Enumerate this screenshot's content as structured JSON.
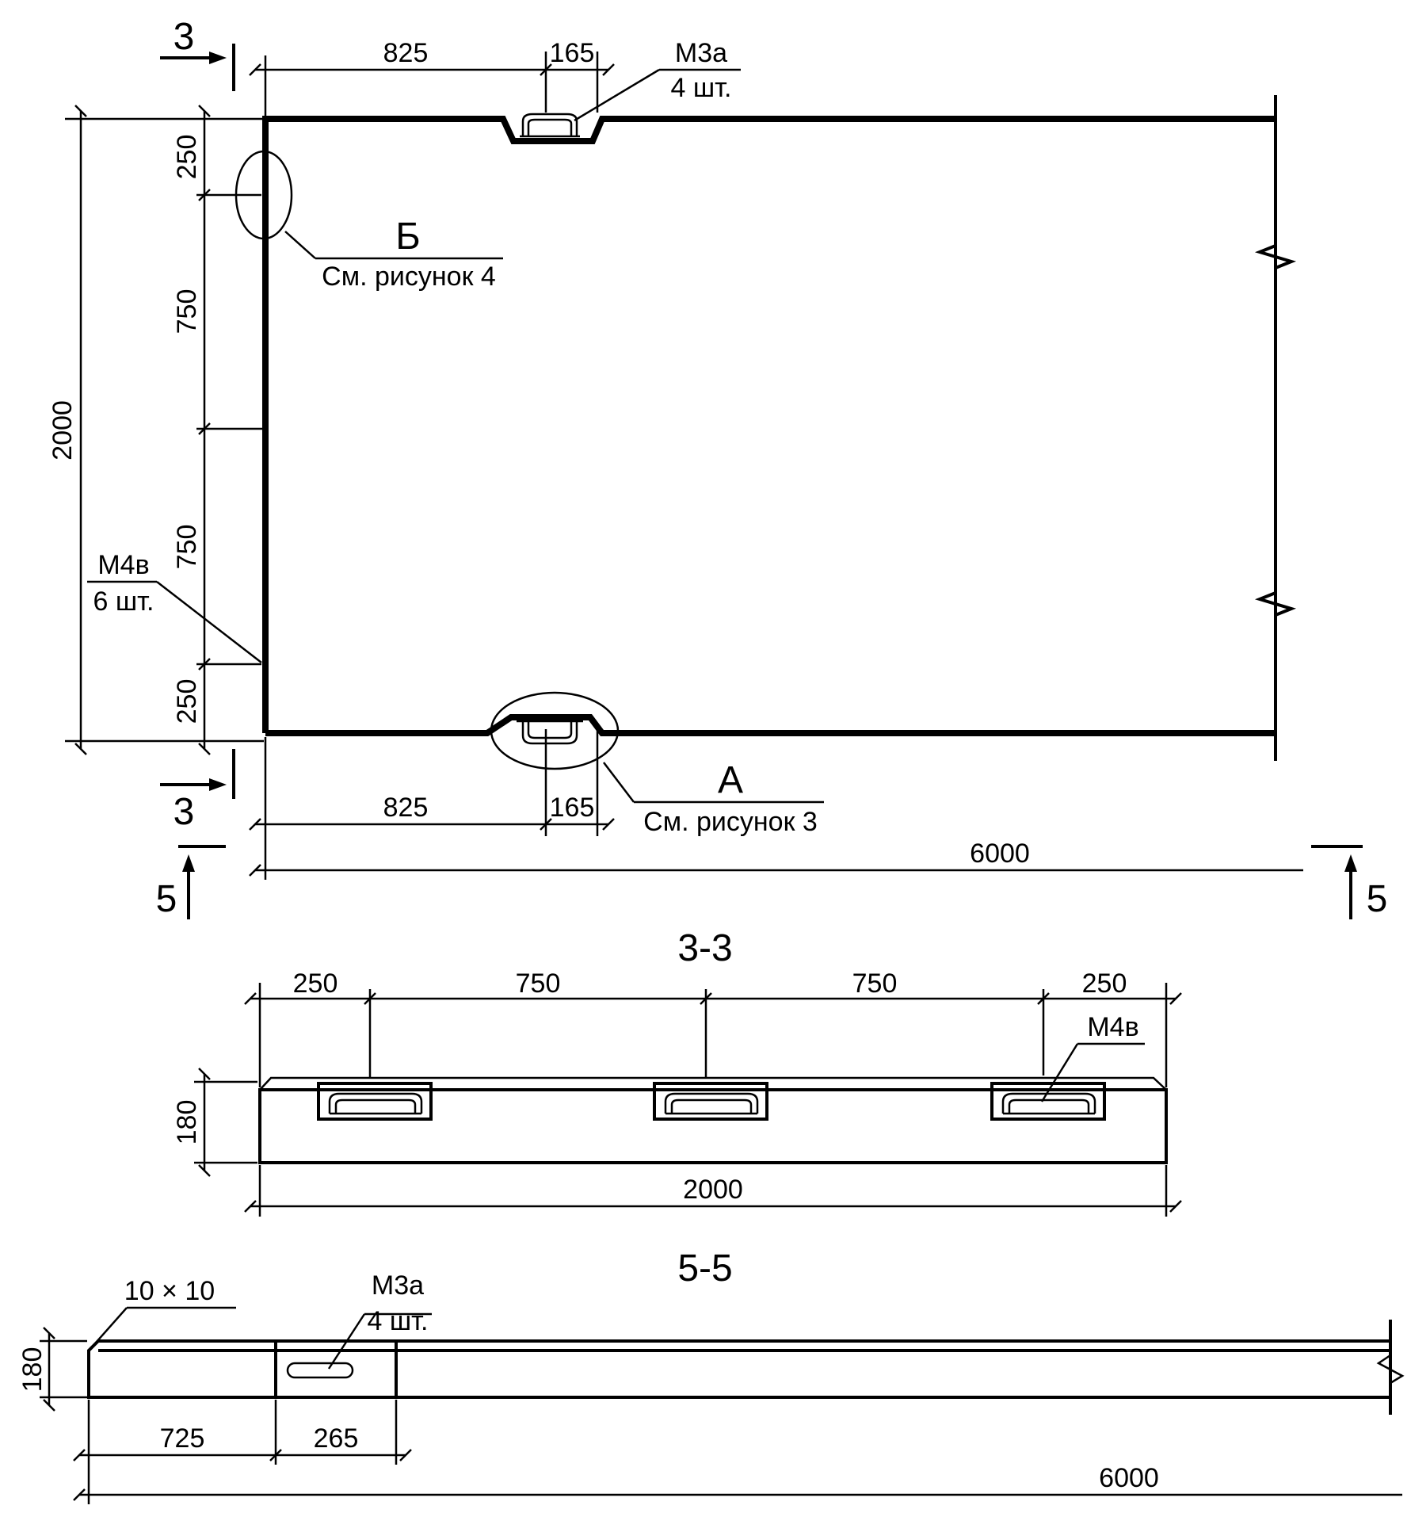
{
  "plan": {
    "dims": {
      "top_offset": "825",
      "top_slot": "165",
      "bottom_offset": "825",
      "bottom_slot": "165",
      "overall_length": "6000",
      "overall_width": "2000",
      "left_250_top": "250",
      "left_750_a": "750",
      "left_750_b": "750",
      "left_250_bottom": "250"
    },
    "callouts": {
      "m3a_mark": "М3а",
      "m3a_qty": "4 шт.",
      "m4v_mark": "М4в",
      "m4v_qty": "6 шт.",
      "detail_b_letter": "Б",
      "detail_b_ref": "См. рисунок 4",
      "detail_a_letter": "А",
      "detail_a_ref": "См. рисунок 3"
    },
    "section_marks": {
      "s3_top": "3",
      "s3_bottom": "3",
      "s5_left": "5",
      "s5_right": "5"
    }
  },
  "section_3_3": {
    "title": "3-3",
    "dims": [
      "250",
      "750",
      "750",
      "250"
    ],
    "height": "180",
    "width": "2000",
    "callout": "М4в"
  },
  "section_5_5": {
    "title": "5-5",
    "chamfer": "10 × 10",
    "callout_mark": "М3а",
    "callout_qty": "4 шт.",
    "height": "180",
    "dim_725": "725",
    "dim_265": "265",
    "length": "6000"
  }
}
